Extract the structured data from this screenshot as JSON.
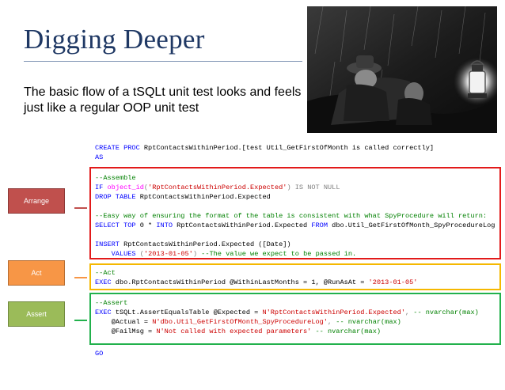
{
  "slide": {
    "title": "Digging Deeper",
    "subtitle": "The basic flow of a tSQLt unit test looks and feels just like a regular OOP unit test"
  },
  "labels": {
    "arrange": "Arrange",
    "act": "Act",
    "assert": "Assert"
  },
  "code": {
    "header": {
      "line1_kw": "CREATE PROC",
      "line1_rest": " RptContactsWithinPeriod.[test Util_GetFirstOfMonth is called correctly]",
      "line2": "AS"
    },
    "arrange": {
      "comment1": "--Assemble",
      "if_kw": "IF",
      "if_fn": "object_id",
      "if_str": "'RptContactsWithinPeriod.Expected'",
      "if_rest": ") IS NOT NULL",
      "drop_kw": "DROP TABLE",
      "drop_rest": " RptContactsWithinPeriod.Expected",
      "comment2": "--Easy way of ensuring the format of the table is consistent with what SpyProcedure will return:",
      "select_kw": "SELECT TOP",
      "select_rest_1": " 0 * ",
      "into_kw": "INTO",
      "select_rest_2": " RptContactsWithinPeriod.Expected ",
      "from_kw": "FROM",
      "select_rest_3": " dbo.Util_GetFirstOfMonth_SpyProcedureLog",
      "insert_kw": "INSERT",
      "insert_rest": " RptContactsWithinPeriod.Expected ([Date])",
      "values_kw": "VALUES",
      "values_str": "'2013-01-05'",
      "values_comment": "--The value we expect to be passed in."
    },
    "act": {
      "comment": "--Act",
      "exec_kw": "EXEC",
      "exec_rest_1": " dbo.RptContactsWithinPeriod @WithinLastMonths = 1, @RunAsAt = ",
      "exec_str": "'2013-01-05'"
    },
    "assert": {
      "comment": "--Assert",
      "exec_kw": "EXEC",
      "exec_rest": " tSQLt.AssertEqualsTable @Expected = ",
      "expected_str": "N'RptContactsWithinPeriod.Expected'",
      "expected_comment": "-- nvarchar(max)",
      "actual_lead": "    @Actual = ",
      "actual_str": "N'dbo.Util_GetFirstOfMonth_SpyProcedureLog'",
      "actual_comment": "-- nvarchar(max)",
      "failmsg_lead": "    @FailMsg = ",
      "failmsg_str": "N'Not called with expected parameters'",
      "failmsg_comment": "-- nvarchar(max)"
    },
    "footer": "GO"
  },
  "colors": {
    "title": "#1f3864",
    "keyword": "#0000ff",
    "function": "#ff00ff",
    "string": "#cc0000",
    "comment": "#008000",
    "arrange_box": "#e21a1a",
    "act_box": "#f5b800",
    "assert_box": "#22b14c"
  }
}
